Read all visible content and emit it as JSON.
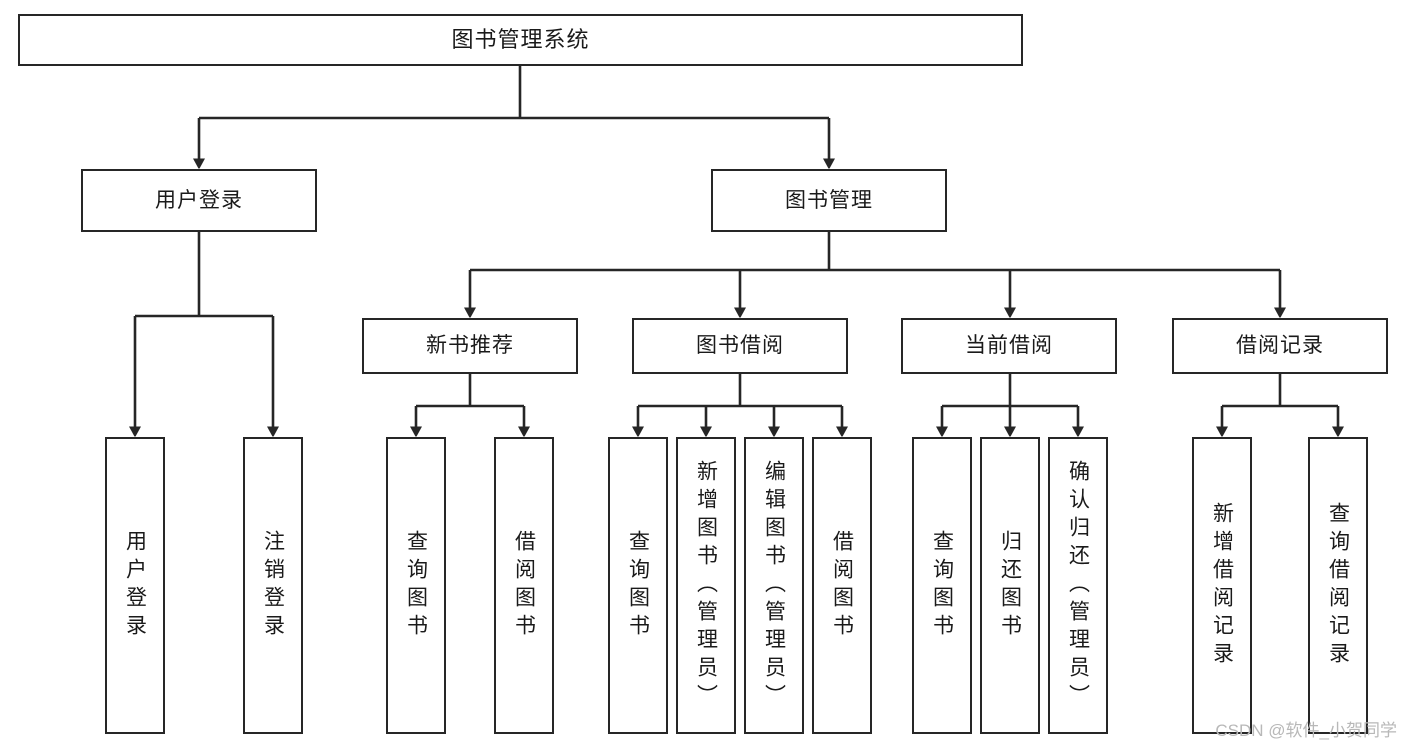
{
  "diagram": {
    "title": "图书管理系统",
    "type": "hierarchy-tree",
    "levels": 4,
    "root": {
      "id": "root",
      "label": "图书管理系统"
    },
    "level2": [
      {
        "id": "user-login",
        "label": "用户登录"
      },
      {
        "id": "book-management",
        "label": "图书管理"
      }
    ],
    "level3": [
      {
        "id": "new-book-recommend",
        "label": "新书推荐",
        "parent": "book-management"
      },
      {
        "id": "book-borrow",
        "label": "图书借阅",
        "parent": "book-management"
      },
      {
        "id": "current-borrow",
        "label": "当前借阅",
        "parent": "book-management"
      },
      {
        "id": "borrow-record",
        "label": "借阅记录",
        "parent": "book-management"
      }
    ],
    "leaves": [
      {
        "id": "leaf-user-login",
        "label": "用户登录",
        "parent": "user-login"
      },
      {
        "id": "leaf-logout-login",
        "label": "注销登录",
        "parent": "user-login"
      },
      {
        "id": "leaf-query-book-1",
        "label": "查询图书",
        "parent": "new-book-recommend"
      },
      {
        "id": "leaf-borrow-book-1",
        "label": "借阅图书",
        "parent": "new-book-recommend"
      },
      {
        "id": "leaf-query-book-2",
        "label": "查询图书",
        "parent": "book-borrow"
      },
      {
        "id": "leaf-add-book",
        "label": "新增图书（管理员）",
        "parent": "book-borrow"
      },
      {
        "id": "leaf-edit-book",
        "label": "编辑图书（管理员）",
        "parent": "book-borrow"
      },
      {
        "id": "leaf-borrow-book-2",
        "label": "借阅图书",
        "parent": "book-borrow"
      },
      {
        "id": "leaf-query-book-3",
        "label": "查询图书",
        "parent": "current-borrow"
      },
      {
        "id": "leaf-return-book",
        "label": "归还图书",
        "parent": "current-borrow"
      },
      {
        "id": "leaf-confirm-return",
        "label": "确认归还（管理员）",
        "parent": "current-borrow"
      },
      {
        "id": "leaf-add-record",
        "label": "新增借阅记录",
        "parent": "borrow-record"
      },
      {
        "id": "leaf-query-record",
        "label": "查询借阅记录",
        "parent": "borrow-record"
      }
    ],
    "watermark": "CSDN @软件_小贺同学",
    "colors": {
      "box_border": "#262626",
      "box_fill": "#ffffff",
      "edge": "#262626",
      "text": "#1a1a1a",
      "watermark": "#b8b8b8",
      "background": "#ffffff"
    }
  }
}
